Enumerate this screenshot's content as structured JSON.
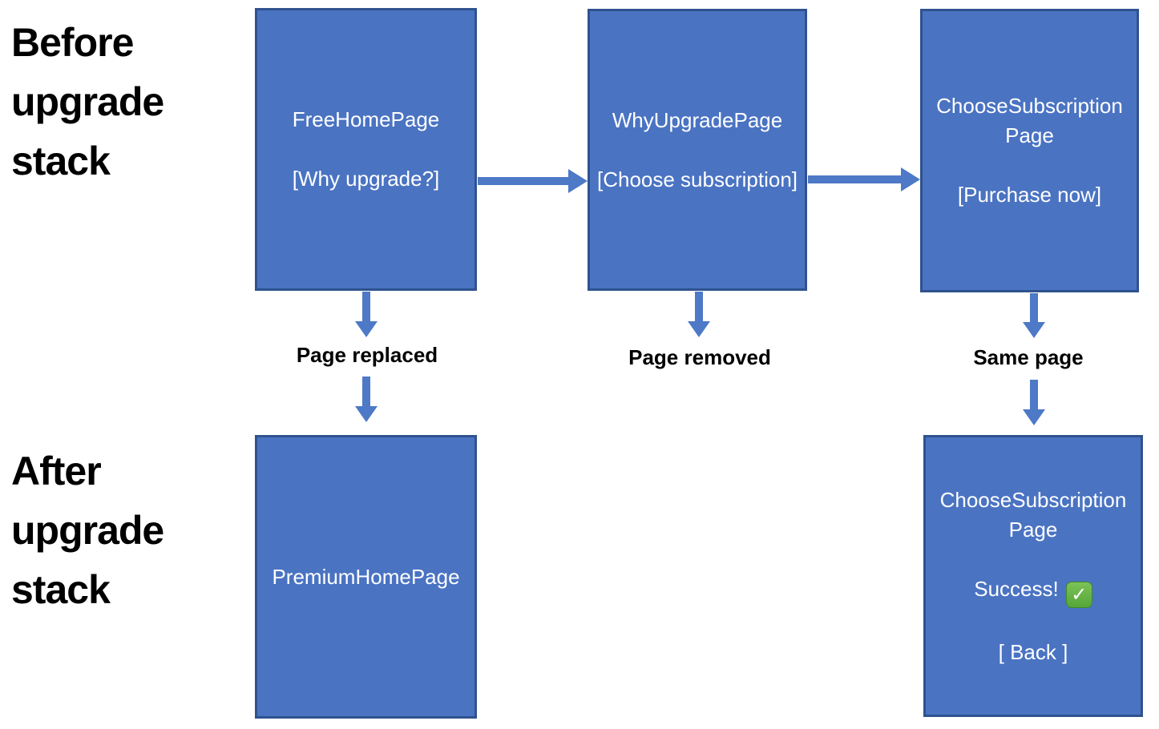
{
  "colors": {
    "box_fill": "#4A73C2",
    "box_border": "#2F528F",
    "arrow": "#4D79C7",
    "box_text": "#FFFFFF",
    "label_text": "#000000",
    "background": "#FFFFFF",
    "check_green": "#55A63A"
  },
  "headings": {
    "before": [
      "Before",
      "upgrade",
      "stack"
    ],
    "after": [
      "After",
      "upgrade",
      "stack"
    ]
  },
  "before_stack": {
    "free_home": {
      "title": "FreeHomePage",
      "action": "[Why upgrade?]"
    },
    "why_upgrade": {
      "title": "WhyUpgradePage",
      "action": "[Choose subscription]"
    },
    "choose_subscription": {
      "title": [
        "ChooseSubscription",
        "Page"
      ],
      "action": "[Purchase now]"
    }
  },
  "transitions": {
    "replaced": "Page replaced",
    "removed": "Page removed",
    "same": "Same page"
  },
  "after_stack": {
    "premium_home": {
      "title": "PremiumHomePage"
    },
    "choose_subscription": {
      "title": [
        "ChooseSubscription",
        "Page"
      ],
      "status": "Success!",
      "check_glyph": "✓",
      "action": "[ Back ]"
    }
  }
}
